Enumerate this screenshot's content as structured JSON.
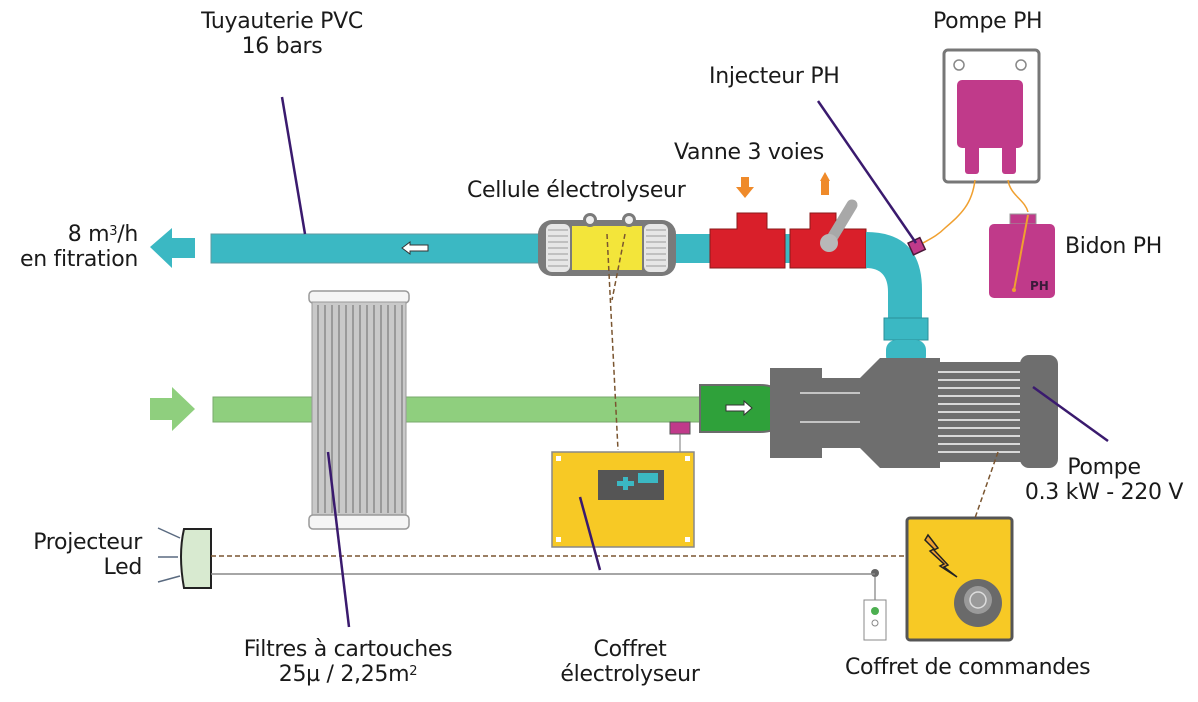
{
  "diagram": {
    "title": "Schéma d'installation de filtration de piscine",
    "labels": {
      "pipe": {
        "line1": "Tuyauterie PVC",
        "line2": "16 bars"
      },
      "flow_out": {
        "line1_prefix": "8 m",
        "line1_sup": "3",
        "line1_suffix": "/h",
        "line2": "en fitration"
      },
      "cell": "Cellule électrolyseur",
      "valve": "Vanne 3 voies",
      "injector": "Injecteur PH",
      "ph_pump": "Pompe PH",
      "ph_tank": "Bidon PH",
      "ph_tank_mark": "PH",
      "pump": {
        "line1": "Pompe",
        "line2": "0.3 kW - 220 V"
      },
      "light": {
        "line1": "Projecteur",
        "line2": "Led"
      },
      "filter": {
        "line1": "Filtres à cartouches",
        "line2_prefix": "25µ / 2,25m",
        "line2_sup": "2"
      },
      "electro_box": {
        "line1": "Coffret",
        "line2": "électrolyseur"
      },
      "control_box": "Coffret de commandes"
    },
    "colors": {
      "return_pipe": "#3bb8c3",
      "suction_pipe": "#8fcf7e",
      "cell": "#f3e53a",
      "valve": "#d91f2a",
      "ph_magenta": "#c03a8a",
      "pump_gray": "#6e6e6e",
      "box_yellow": "#f7c925",
      "leader_line": "#3a1a6e",
      "hose_orange": "#f0a030",
      "flow_arrow_orange": "#ef8a2a"
    }
  }
}
